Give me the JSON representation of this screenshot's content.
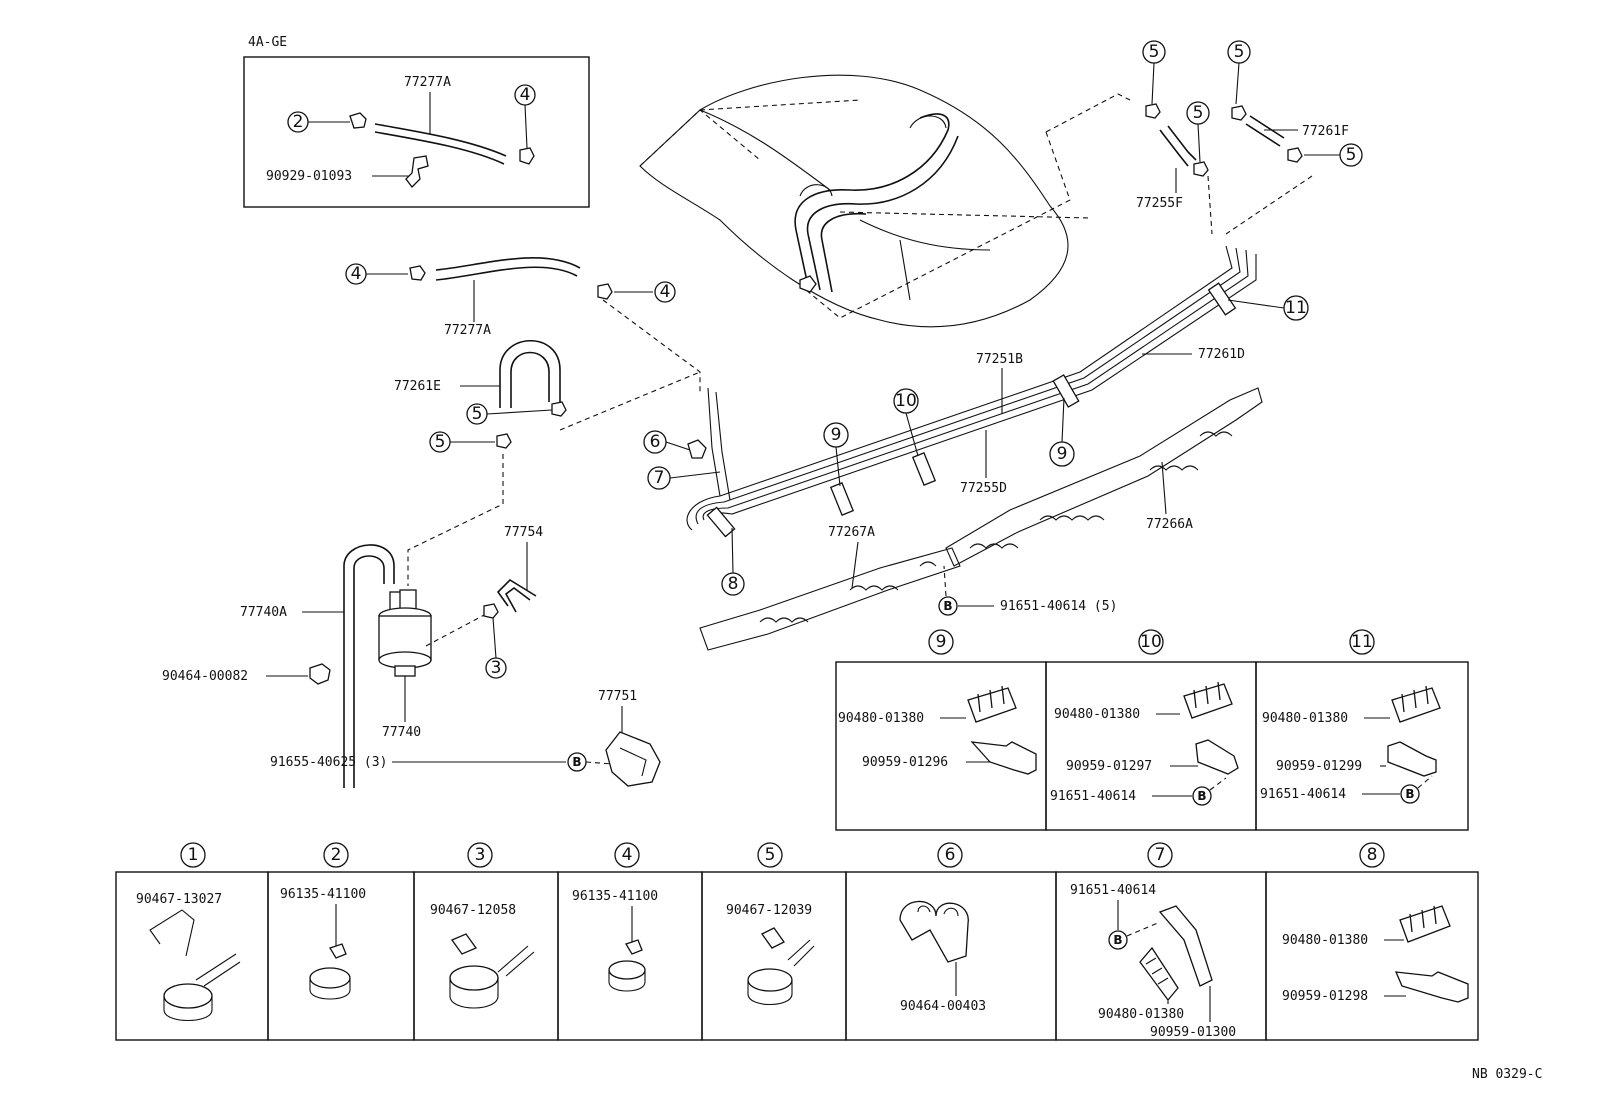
{
  "engine_variant": "4A-GE",
  "drawing_ref": "NB 0329-C",
  "callout_letter": "B",
  "main_labels": {
    "p77277a_top": "77277A",
    "p90929_01093": "90929-01093",
    "p77277a": "77277A",
    "p77261e": "77261E",
    "p77740a": "77740A",
    "p90464_00082": "90464-00082",
    "p77740": "77740",
    "p77754": "77754",
    "p77751": "77751",
    "p91655_40625": "91655-40625 (3)",
    "p77261f": "77261F",
    "p77255f": "77255F",
    "p77251b": "77251B",
    "p77261d": "77261D",
    "p77255d": "77255D",
    "p77266a": "77266A",
    "p77267a": "77267A",
    "p91651_40614_5": "91651-40614 (5)"
  },
  "callout_numbers": {
    "n1": "1",
    "n2": "2",
    "n3": "3",
    "n4": "4",
    "n5": "5",
    "n6": "6",
    "n7": "7",
    "n8": "8",
    "n9": "9",
    "n10": "10",
    "n11": "11"
  },
  "clamp_sets": {
    "set9": {
      "num": "9",
      "a": "90480-01380",
      "b": "90959-01296"
    },
    "set10": {
      "num": "10",
      "a": "90480-01380",
      "b": "90959-01297",
      "c": "91651-40614"
    },
    "set11": {
      "num": "11",
      "a": "90480-01380",
      "b": "90959-01299",
      "c": "91651-40614"
    }
  },
  "bottom_panels": [
    {
      "num": "1",
      "part": "90467-13027"
    },
    {
      "num": "2",
      "part": "96135-41100"
    },
    {
      "num": "3",
      "part": "90467-12058"
    },
    {
      "num": "4",
      "part": "96135-41100"
    },
    {
      "num": "5",
      "part": "90467-12039"
    },
    {
      "num": "6",
      "part": "90464-00403"
    },
    {
      "num": "7",
      "part_a": "91651-40614",
      "part_b": "90480-01380",
      "part_c": "90959-01300"
    },
    {
      "num": "8",
      "part_a": "90480-01380",
      "part_b": "90959-01298"
    }
  ]
}
